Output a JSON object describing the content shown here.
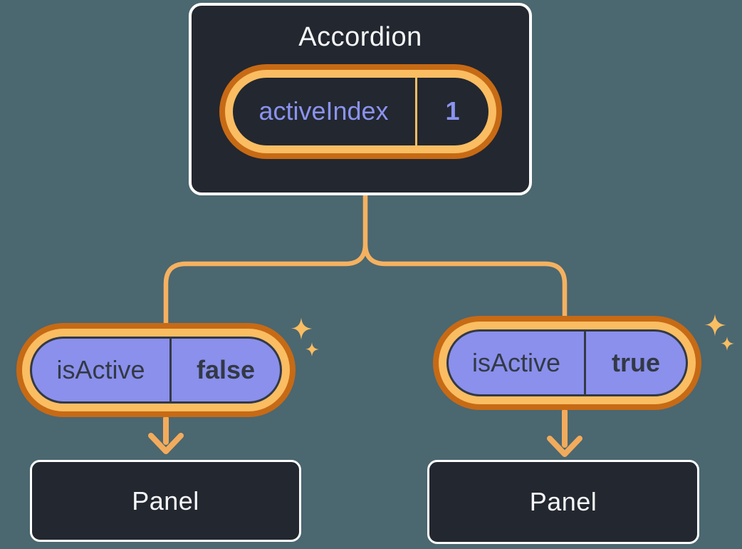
{
  "diagram_title": "Accordion lifting state diagram",
  "colors": {
    "background": "#4B6770",
    "card_bg": "#23272F",
    "card_border": "#FFFFFF",
    "ring_outer": "#C76A15",
    "ring_inner": "#FABD62",
    "connector": "#F5B160",
    "arrow": "#F2AB5C",
    "sparkle": "#FABD62",
    "pill_fill": "#8A90EC",
    "pill_outline": "#333945",
    "state_text": "#8A93EF",
    "dark_text": "#333945",
    "light_text": "#F6F7F9"
  },
  "accordion": {
    "title": "Accordion",
    "state": {
      "name": "activeIndex",
      "value": "1"
    }
  },
  "children": [
    {
      "side": "left",
      "prop": {
        "name": "isActive",
        "value": "false"
      },
      "panel_label": "Panel"
    },
    {
      "side": "right",
      "prop": {
        "name": "isActive",
        "value": "true"
      },
      "panel_label": "Panel"
    }
  ],
  "icons": {
    "sparkle": "four-point-star",
    "arrow": "arrow-down"
  }
}
